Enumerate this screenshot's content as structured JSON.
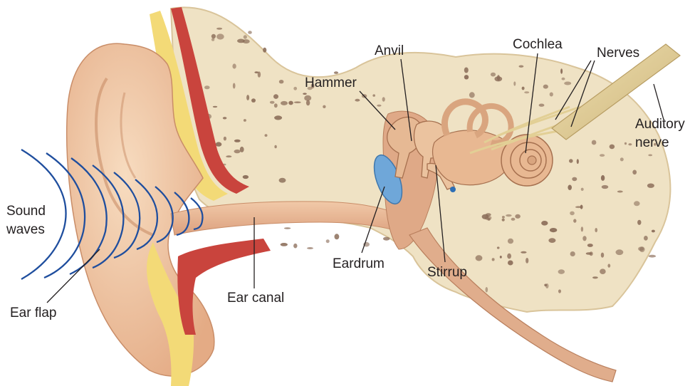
{
  "labels": {
    "sound_waves_line1": "Sound",
    "sound_waves_line2": "waves",
    "ear_flap": "Ear flap",
    "ear_canal": "Ear canal",
    "hammer": "Hammer",
    "anvil": "Anvil",
    "cochlea": "Cochlea",
    "nerves": "Nerves",
    "auditory_nerve_line1": "Auditory",
    "auditory_nerve_line2": "nerve",
    "eardrum": "Eardrum",
    "stirrup": "Stirrup"
  },
  "colors": {
    "background": "#ffffff",
    "skin": "#f0c8a4",
    "skin_shadow": "#d89c78",
    "bone": "#efe2c4",
    "bone_pore": "#8a6c58",
    "fat": "#f3da77",
    "muscle": "#c9443d",
    "canal": "#e9b896",
    "eardrum": "#6fa7d9",
    "nerve": "#e2cf95",
    "waves": "#1f4e9e",
    "text": "#231f20"
  }
}
